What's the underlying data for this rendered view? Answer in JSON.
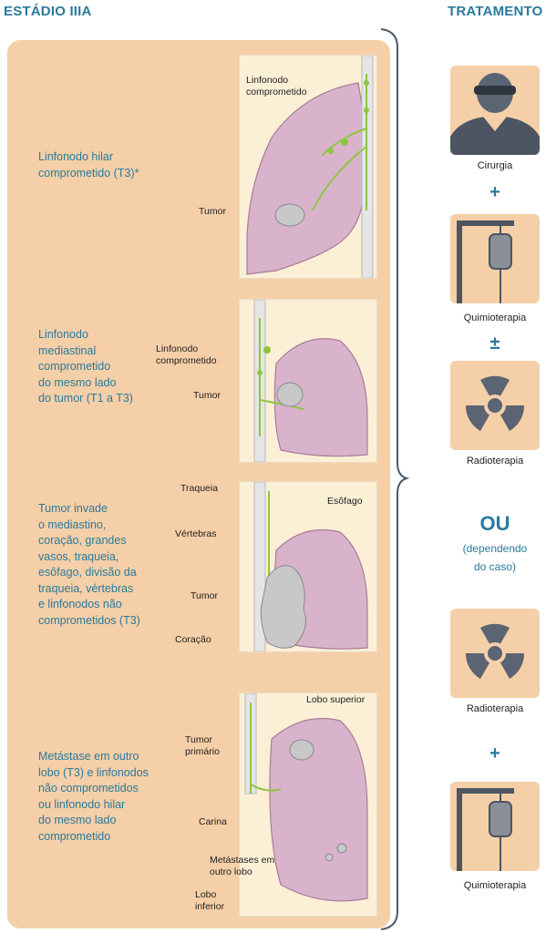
{
  "header": {
    "left": "ESTÁDIO IIIA",
    "right": "TRATAMENTO"
  },
  "cases": [
    {
      "description": [
        "Linfonodo hilar",
        "comprometido (T3)*"
      ],
      "labels": {
        "node": [
          "Linfonodo",
          "comprometido"
        ],
        "tumor": "Tumor"
      }
    },
    {
      "description": [
        "Linfonodo",
        "mediastinal",
        "comprometido",
        "do mesmo lado",
        "do tumor (T1 a T3)"
      ],
      "labels": {
        "node": [
          "Linfonodo",
          "comprometido"
        ],
        "tumor": "Tumor"
      }
    },
    {
      "description": [
        "Tumor invade",
        "o mediastino,",
        "coração, grandes",
        "vasos, traqueia,",
        "esôfago, divisão da",
        "traqueia, vértebras",
        "e linfonodos não",
        "comprometidos (T3)"
      ],
      "labels": {
        "trachea": "Traqueia",
        "esophagus": "Esôfago",
        "vertebrae": "Vértebras",
        "tumor": "Tumor",
        "heart": "Coração"
      }
    },
    {
      "description": [
        "Metástase em outro",
        "lobo (T3) e linfonodos",
        "não comprometidos",
        "ou linfonodo hilar",
        "do mesmo lado",
        "comprometido"
      ],
      "labels": {
        "upper_lobe": "Lobo superior",
        "primary_tumor": [
          "Tumor",
          "primário"
        ],
        "carina": "Carina",
        "metastases": [
          "Metástases em",
          "outro lobo"
        ],
        "lower_lobe": [
          "Lobo",
          "inferior"
        ]
      }
    }
  ],
  "treatment": {
    "surgery": "Cirurgia",
    "plus": "+",
    "chemo": "Quimioterapia",
    "plusminus": "±",
    "radio": "Radioterapia",
    "or": "OU",
    "or_sub": [
      "(dependendo",
      "do caso)"
    ],
    "radio2": "Radioterapia",
    "plus2": "+",
    "chemo2": "Quimioterapia"
  },
  "icons": [
    "surgeon-icon",
    "iv-bag-icon",
    "radiation-icon",
    "radiation-icon",
    "iv-bag-icon"
  ],
  "colors": {
    "accent": "#2a7a9c",
    "panel": "#f5cfa8",
    "lung": "#d9b3cc",
    "node": "#8cc640",
    "tumor": "#c8c8c8",
    "icon": "#5a6472"
  }
}
